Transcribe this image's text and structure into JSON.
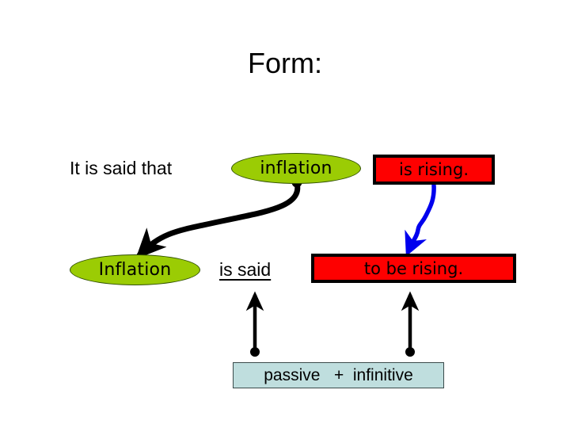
{
  "slide": {
    "title": "Form:",
    "background_color": "#FFFFFF"
  },
  "colors": {
    "ellipse_fill": "#9BCC04",
    "ellipse_border": "#2F4F00",
    "red_box_fill": "#FE0000",
    "red_box_border": "#000000",
    "cyan_box_fill": "#BFDEDE",
    "cyan_box_border": "#3A4A4A",
    "black_connector": "#000000",
    "blue_connector": "#0000EE",
    "text": "#000000"
  },
  "rows": {
    "upper_sentence": {
      "lead_text": "It is said that",
      "subject_bubble": "inflation",
      "predicate_box": "is rising."
    },
    "lower_sentence": {
      "subject_bubble": "Inflation",
      "verb_text": "is said",
      "predicate_box": "to be rising."
    }
  },
  "legend_box": {
    "text": "passive   +  infinitive",
    "parts": {
      "passive": "passive",
      "plus": "+",
      "infinitive": "infinitive"
    }
  },
  "connectors": [
    {
      "name": "subject-raising-curve",
      "color": "#000000",
      "from": "inflation bubble (upper)",
      "to": "Inflation bubble (lower)",
      "style": "thick curved arrow with start dot"
    },
    {
      "name": "predicate-transform-squiggle",
      "color": "#0000EE",
      "from": "is rising. box",
      "to": "to be rising. box",
      "style": "wavy arrow"
    },
    {
      "name": "passive-marker-arrow",
      "color": "#000000",
      "from": "passive + infinitive box",
      "to": "is said",
      "style": "straight arrow up with start dot"
    },
    {
      "name": "infinitive-marker-arrow",
      "color": "#000000",
      "from": "passive + infinitive box",
      "to": "to be rising. box",
      "style": "straight arrow up with start dot"
    }
  ]
}
